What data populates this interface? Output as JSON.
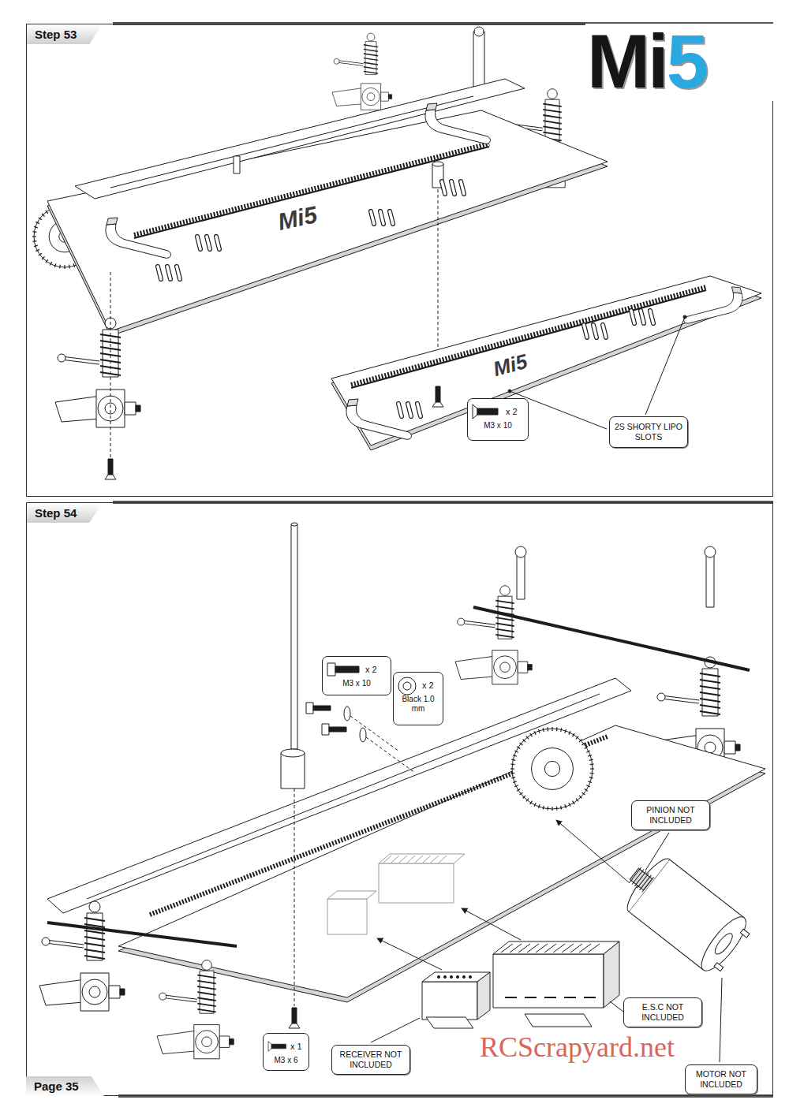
{
  "diagram": {
    "title": "Mi5",
    "nodes": [
      {
        "text": [
          "Step 53"
        ]
      },
      {
        "text": [
          "x 2",
          "M3 x 10"
        ],
        "in": 0
      },
      {
        "text": [
          "2S SHORTY LIPO SLOTS"
        ],
        "in": 0
      },
      {
        "text": [
          "Step 54"
        ]
      },
      {
        "text": [
          "x 2",
          "M3 x 10"
        ],
        "in": 3
      },
      {
        "text": [
          "x 2",
          "Black 1.0 mm"
        ],
        "in": 3
      },
      {
        "text": [
          "PINION NOT INCLUDED"
        ],
        "in": 3
      },
      {
        "text": [
          "E.S.C NOT INCLUDED"
        ],
        "in": 3
      },
      {
        "text": [
          "x 1",
          "M3 x 6"
        ],
        "in": 3
      },
      {
        "text": [
          "RECEIVER NOT INCLUDED"
        ],
        "in": 3
      },
      {
        "text": [
          "MOTOR NOT INCLUDED"
        ],
        "in": 3
      }
    ],
    "labels": [
      "Mi5",
      "Mi5",
      "Page 35",
      "RCScrapyard.net"
    ]
  }
}
